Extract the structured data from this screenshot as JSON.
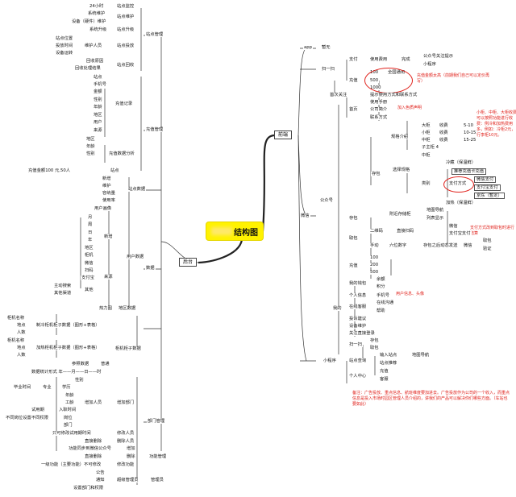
{
  "root": {
    "label": "结构图"
  },
  "right": {
    "label": "前端",
    "app": "app",
    "app_none": "暂无",
    "scan": "扫一扫",
    "pay": "支付",
    "usage_fee": "使用费用",
    "done": "完成",
    "follow_hint": "公众号关注提示",
    "mini_program": "小程序",
    "recharge": "充值",
    "v100": "100",
    "nationwide": "全国通用",
    "v500": "500",
    "v1000": "1000",
    "v200": "200",
    "note_recharge": "充值金额太高（前期我们自己可以定价再写）",
    "first_follow": "首次关注",
    "prompt": "提示使用方式和联系方式",
    "home": "首页",
    "manual": "使用手册",
    "intro": "公司简介",
    "note_intro": "加入色质声明",
    "contact": "联系方式",
    "spec_intro": "规格介绍",
    "big": "大柜",
    "small": "小柜",
    "mid": "中柜",
    "fee": "收费",
    "range_big": "5-10",
    "range_small": "10-15",
    "range_mid": "15-25",
    "sub_main": "子主柜 4",
    "note_spec": "小柜、中柜、大柜收费可以按照功能进行收费：例冷和加热费用多，例如：冷柜2元，行李柜10元。",
    "store": "存包",
    "select_spec": "选择规格",
    "medium": "中柜",
    "category": "类别",
    "cold_storage": "冷藏（保温鲜）",
    "deposit_ticket": "推荐充值卡充值",
    "pay_method": "支付方式",
    "wechat_pay": "微信支付",
    "alipay": "支付宝支付",
    "jd": "京东（暂定）",
    "heated": "加热（保温鲜）",
    "official_account": "公众号",
    "wechat": "微信",
    "nearby": "附近存储柜",
    "map_nav": "地图导航",
    "list_show": "列表显示",
    "note_paymethod": "支付方式改到取包时进行结算",
    "pickup": "取包",
    "qrcode": "二维码",
    "direct_scan": "直接扫码",
    "alipay_short": "支付宝",
    "manual_op": "手动",
    "six_digit": "六位数字",
    "store_start": "存包之后动态发送",
    "verify": "验证",
    "my_wallet": "我的钱包",
    "balance": "余额",
    "points": "积分",
    "personal_info": "个人信息",
    "phone": "手机号",
    "note_phone": "用户信息、头像",
    "online_service": "在线客服",
    "online_chat": "在线沟通",
    "help": "帮助",
    "mine": "我的",
    "feedback": "投诉建议",
    "settings": "设备维护",
    "follow_direct": "关注直接登录",
    "site_query": "站点查询",
    "input_site": "输入站点",
    "site_recommend": "站点推荐",
    "personal_center": "个人中心",
    "service": "客服",
    "note_bottom": "备注：广告投放、重点信息、航班维度要加进去。广告投放作为公司的一个收入，而重点信息是投入市场时园区管理人员介绍的，讲我们的产品可以解决你们哪些方面。（车站也要如此）"
  },
  "left": {
    "label": "后台",
    "site_mgmt": "站点管理",
    "h24": "24小时",
    "site_monitor": "站点监控",
    "sys_maint": "系统维护",
    "device_maint": "设备（硬件）维护",
    "site_maint": "站点维护",
    "sys_upgrade": "系统升级",
    "site_upgrade": "站点升级",
    "site_location": "站点位置",
    "launch_time": "投放时间",
    "maint_person": "维护人员",
    "device_run": "设备运转",
    "site_launch": "站点投放",
    "recycle_reason": "回收原因",
    "recycle_process": "回收处理结果",
    "site_recycle": "站点回收",
    "recharge_mgmt": "充值管理",
    "site": "站点",
    "phone_no": "手机号",
    "amount": "金额",
    "gender": "性别",
    "age": "年龄",
    "region": "地区",
    "user": "用户",
    "source": "来源",
    "recharge_record": "充值记录",
    "recharge_analysis": "充值数据分析",
    "recharge_amount": "充值金额100 元,50人",
    "site_data": "站点数据",
    "new": "新增",
    "maintain": "维护",
    "capacity": "容纳量",
    "usage_rate": "使用率",
    "data": "数据",
    "user_profile": "用户画像",
    "user_data": "用户数据",
    "month": "月",
    "week": "周",
    "day": "日",
    "year": "年",
    "cabinet": "柜机",
    "wechat": "微信",
    "scan": "扫码",
    "alipay": "支付宝",
    "active_search": "主动搜索",
    "other_channel": "其他渠道",
    "other": "其他",
    "heatmap": "热力图",
    "region_data": "地区数据",
    "cabinet_name": "柜机名称",
    "location": "地点",
    "people": "人数",
    "cold_chart": "制冷柜机柜子数据（图形+表格）",
    "hot_chart": "加热柜机柜子数据（图形+表格）",
    "cabinet_data": "柜机柜子数据",
    "ref_data": "参照数据",
    "normal": "普通",
    "stats_format": "数据统计形式  年——月——日——时",
    "grad_time": "毕业时间",
    "major": "专业",
    "education": "学历",
    "experience": "工龄",
    "add_person": "增加人员",
    "add_dept": "增加部门",
    "probation": "试用期",
    "entry_time": "入职时间",
    "emp_status": "不同岗位设置不同权限",
    "position": "岗位",
    "dept": "部门",
    "dept_mgmt": "部门管理",
    "modify_only": "只可修改试用期时间",
    "modify_person": "修改人员",
    "direct_delete": "直接删除",
    "delete_person": "删除人员",
    "sync_wechat": "功能同步到微信公众号",
    "add": "增加",
    "delete": "删除",
    "func_mgmt": "功能管理",
    "level1_func": "一级功能（主要功能）不可修改",
    "modify_func": "修改功能",
    "announce": "公告",
    "notice": "通知",
    "super_admin": "超级管理员",
    "admin": "管理员",
    "set_dept_perm": "设置部门和权限"
  }
}
